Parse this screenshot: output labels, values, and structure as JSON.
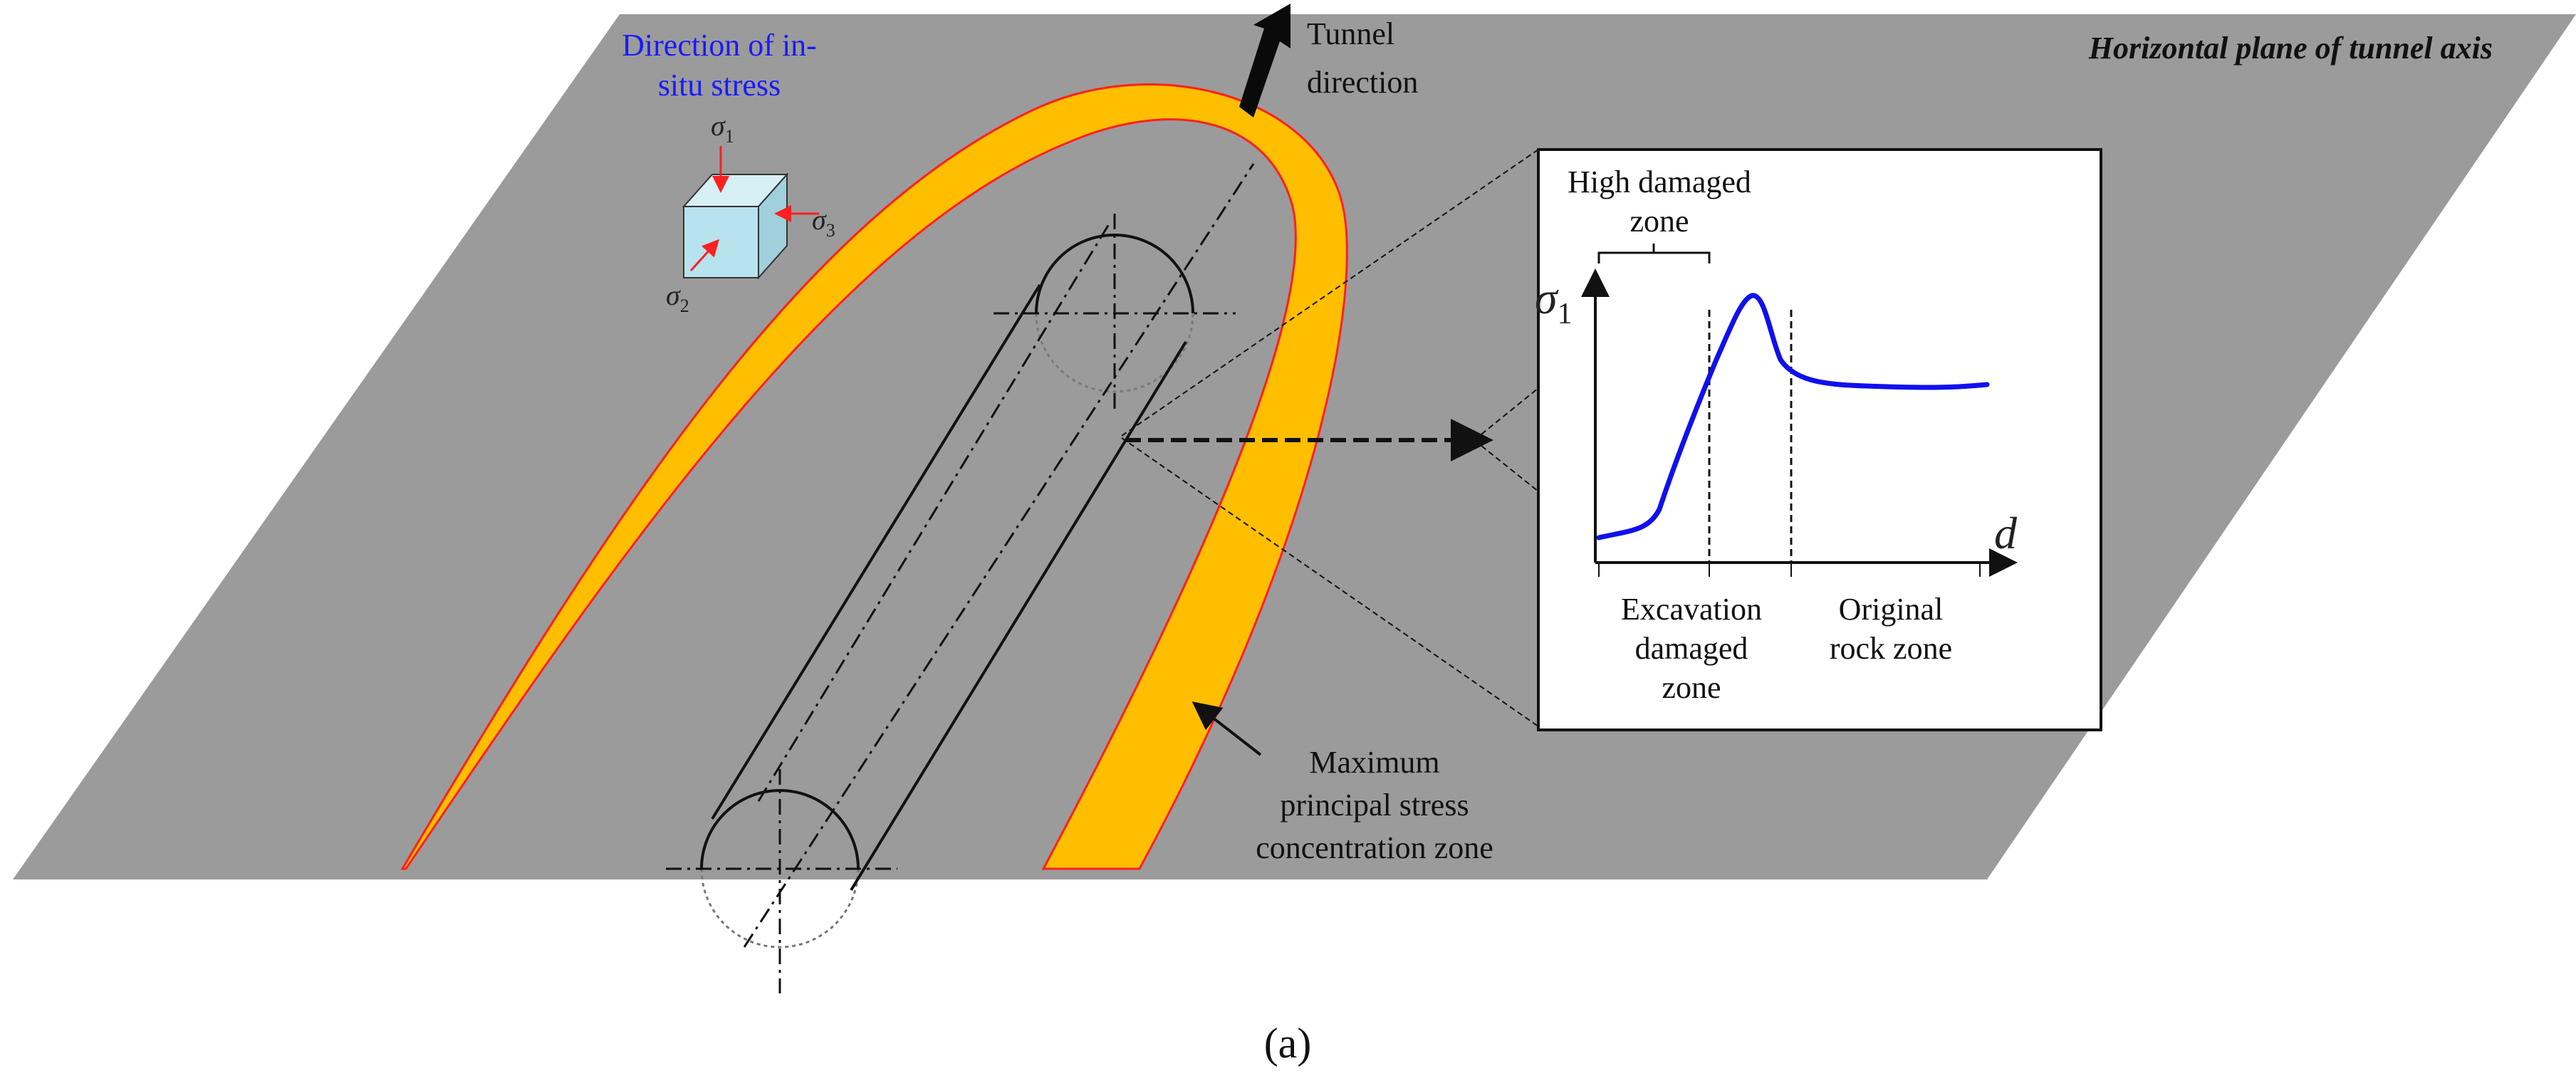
{
  "plane": {
    "title": "Horizontal plane of tunnel axis",
    "fill_color": "#9b9b9b"
  },
  "stress_legend": {
    "title_line1": "Direction of in-",
    "title_line2": "situ stress",
    "title_color": "#1a1aff",
    "sigma1": "σ",
    "sigma1_sub": "1",
    "sigma2": "σ",
    "sigma2_sub": "2",
    "sigma3": "σ",
    "sigma3_sub": "3",
    "cube_color": "#b7e3ee",
    "arrow_color": "#ff2020"
  },
  "tunnel_direction": {
    "line1": "Tunnel",
    "line2": "direction"
  },
  "concentration_zone": {
    "line1": "Maximum",
    "line2": "principal stress",
    "line3": "concentration zone",
    "fill_color": "#ffbf00",
    "edge_color": "#ff2020"
  },
  "inset": {
    "high_damaged_line1": "High damaged",
    "high_damaged_line2": "zone",
    "y_symbol": "σ",
    "y_subscript": "1",
    "x_symbol": "d",
    "curve_color": "#1010ee",
    "excavation_line1": "Excavation",
    "excavation_line2": "damaged",
    "excavation_line3": "zone",
    "original_line1": "Original",
    "original_line2": "rock zone"
  },
  "caption": "(a)"
}
